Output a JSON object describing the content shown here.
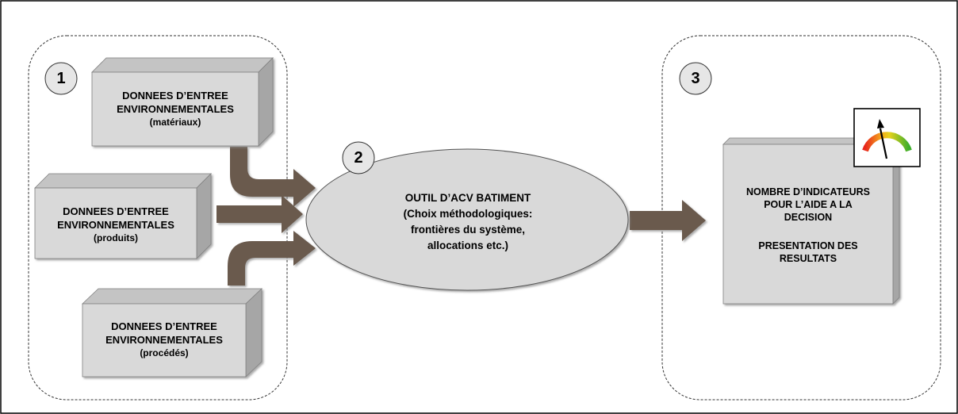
{
  "stages": {
    "s1": {
      "number": "1"
    },
    "s2": {
      "number": "2"
    },
    "s3": {
      "number": "3"
    }
  },
  "inputs": {
    "materiaux": {
      "line1": "DONNEES D’ENTREE",
      "line2": "ENVIRONNEMENTALES",
      "line3": "(matériaux)"
    },
    "produits": {
      "line1": "DONNEES D’ENTREE",
      "line2": "ENVIRONNEMENTALES",
      "line3": "(produits)"
    },
    "procedes": {
      "line1": "DONNEES D’ENTREE",
      "line2": "ENVIRONNEMENTALES",
      "line3": "(procédés)"
    }
  },
  "tool": {
    "title": "OUTIL D’ACV BATIMENT",
    "line2": "(Choix méthodologiques:",
    "line3": "frontières du système,",
    "line4": "allocations etc.)"
  },
  "output": {
    "line1": "NOMBRE D’INDICATEURS",
    "line2": "POUR L’AIDE A LA",
    "line3": "DECISION",
    "line4": "PRESENTATION DES",
    "line5": "RESULTATS"
  },
  "icons": {
    "gauge": "gauge-icon"
  },
  "colors": {
    "box_face": "#d9d9d9",
    "box_side": "#a6a6a6",
    "box_top": "#bfbfbf",
    "arrow": "#6b5a4e",
    "ellipse": "#d9d9d9",
    "circle": "#e6e6e6"
  }
}
